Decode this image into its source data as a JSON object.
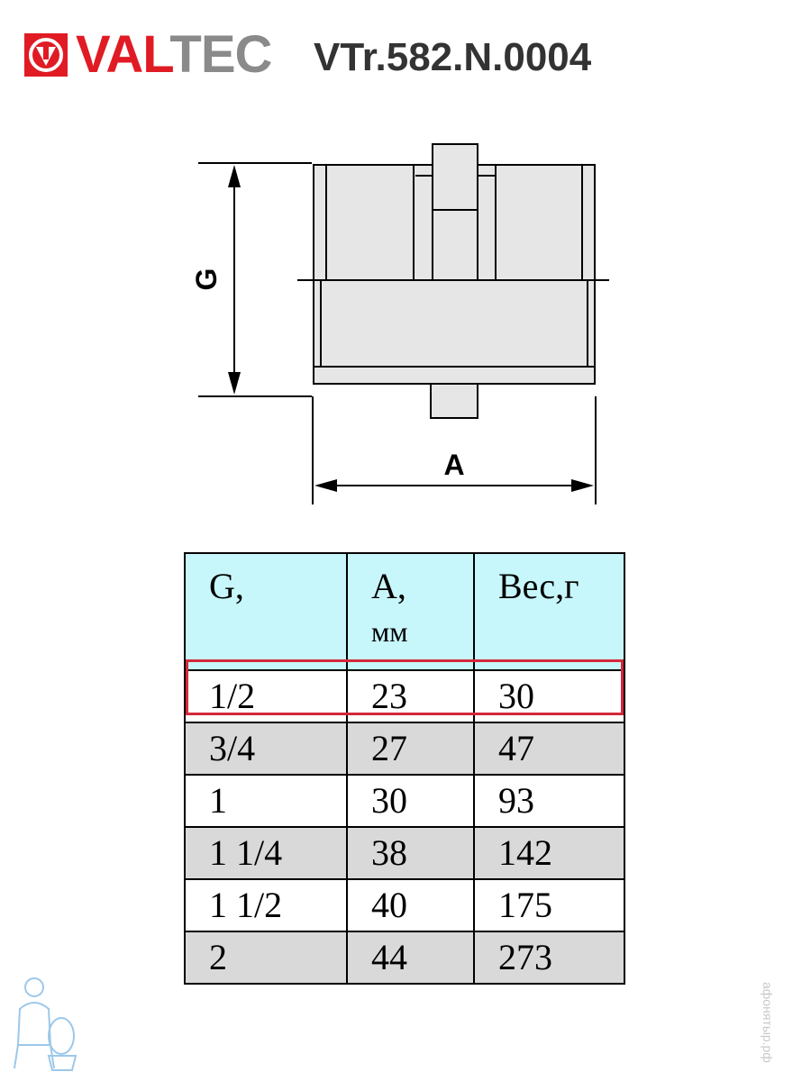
{
  "header": {
    "brand_red": "VAL",
    "brand_grey": "TEC",
    "article": "VTr.582.N.0004"
  },
  "drawing": {
    "label_g": "G",
    "label_a": "A"
  },
  "table": {
    "headers": [
      {
        "main": "G,",
        "sub": ""
      },
      {
        "main": "A,",
        "sub": "мм"
      },
      {
        "main": "Вес,г",
        "sub": ""
      }
    ],
    "rows": [
      [
        "1/2",
        "23",
        "30"
      ],
      [
        "3/4",
        "27",
        "47"
      ],
      [
        "1",
        "30",
        "93"
      ],
      [
        "1 1/4",
        "38",
        "142"
      ],
      [
        "1 1/2",
        "40",
        "175"
      ],
      [
        "2",
        "44",
        "273"
      ]
    ],
    "highlighted_row": 0
  },
  "footer": {
    "watermark": "афонятыр.рф"
  },
  "colors": {
    "brand_red": "#e01b24",
    "brand_grey": "#8a8a8a",
    "header_bg": "#c8f7fb",
    "row_grey": "#d9d9d9",
    "highlight": "#d3283a"
  }
}
